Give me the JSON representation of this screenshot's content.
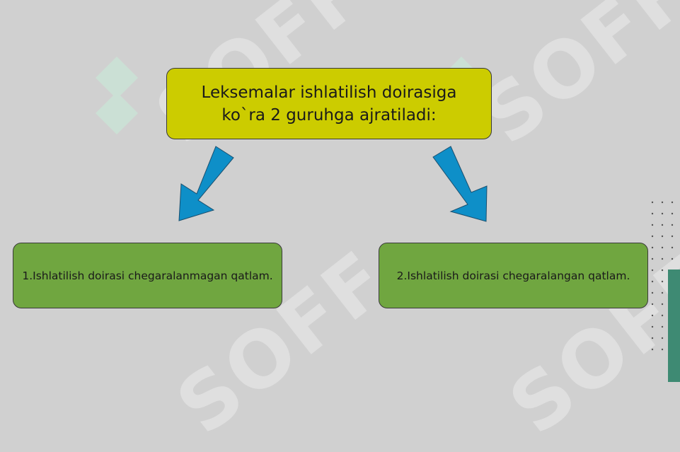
{
  "diagram": {
    "title": "Leksemalar ishlatilish doirasiga ko`ra 2 guruhga ajratiladi:",
    "left_item": "1.Ishlatilish doirasi chegaralanmagan qatlam.",
    "right_item": "2.Ishlatilish doirasi chegaralangan qatlam."
  },
  "watermark": {
    "text": "SOFF"
  },
  "colors": {
    "background": "#d0d0d0",
    "title_box": "#cccc00",
    "item_box": "#70a640",
    "arrow": "#0e8fc8",
    "accent_bar": "#3e8a73"
  }
}
